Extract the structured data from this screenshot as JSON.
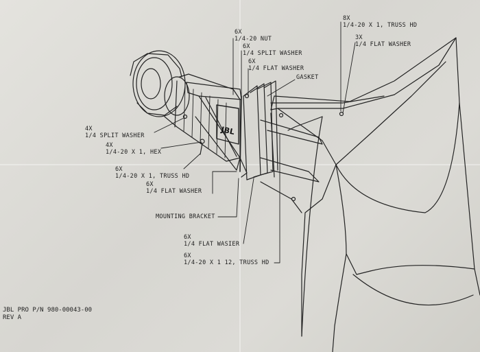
{
  "callouts": [
    {
      "qty": "6X",
      "desc": "1/4-20 NUT"
    },
    {
      "qty": "6X",
      "desc": "1/4 SPLIT WASHER"
    },
    {
      "qty": "6X",
      "desc": "1/4 FLAT WASHER"
    },
    {
      "qty": "",
      "desc": "GASKET"
    },
    {
      "qty": "8X",
      "desc": "1/4-20 X 1, TRUSS HD"
    },
    {
      "qty": "3X",
      "desc": "1/4 FLAT WASHER"
    },
    {
      "qty": "4X",
      "desc": "1/4 SPLIT WASHER"
    },
    {
      "qty": "4X",
      "desc": "1/4-20 X 1, HEX"
    },
    {
      "qty": "6X",
      "desc": "1/4-20 X 1, TRUSS HD"
    },
    {
      "qty": "6X",
      "desc": "1/4 FLAT WASHER"
    },
    {
      "qty": "",
      "desc": "MOUNTING BRACKET"
    },
    {
      "qty": "6X",
      "desc": "1/4 FLAT WASIER"
    },
    {
      "qty": "6X",
      "desc": "1/4-20 X 1 12, TRUSS HD"
    }
  ],
  "driver_badge": "JBL",
  "title_block": {
    "part_number": "JBL PRO P/N 980-00043-00",
    "revision": "REV A"
  },
  "colors": {
    "paper": "#dcdbd6",
    "ink": "#1d1d1d"
  }
}
